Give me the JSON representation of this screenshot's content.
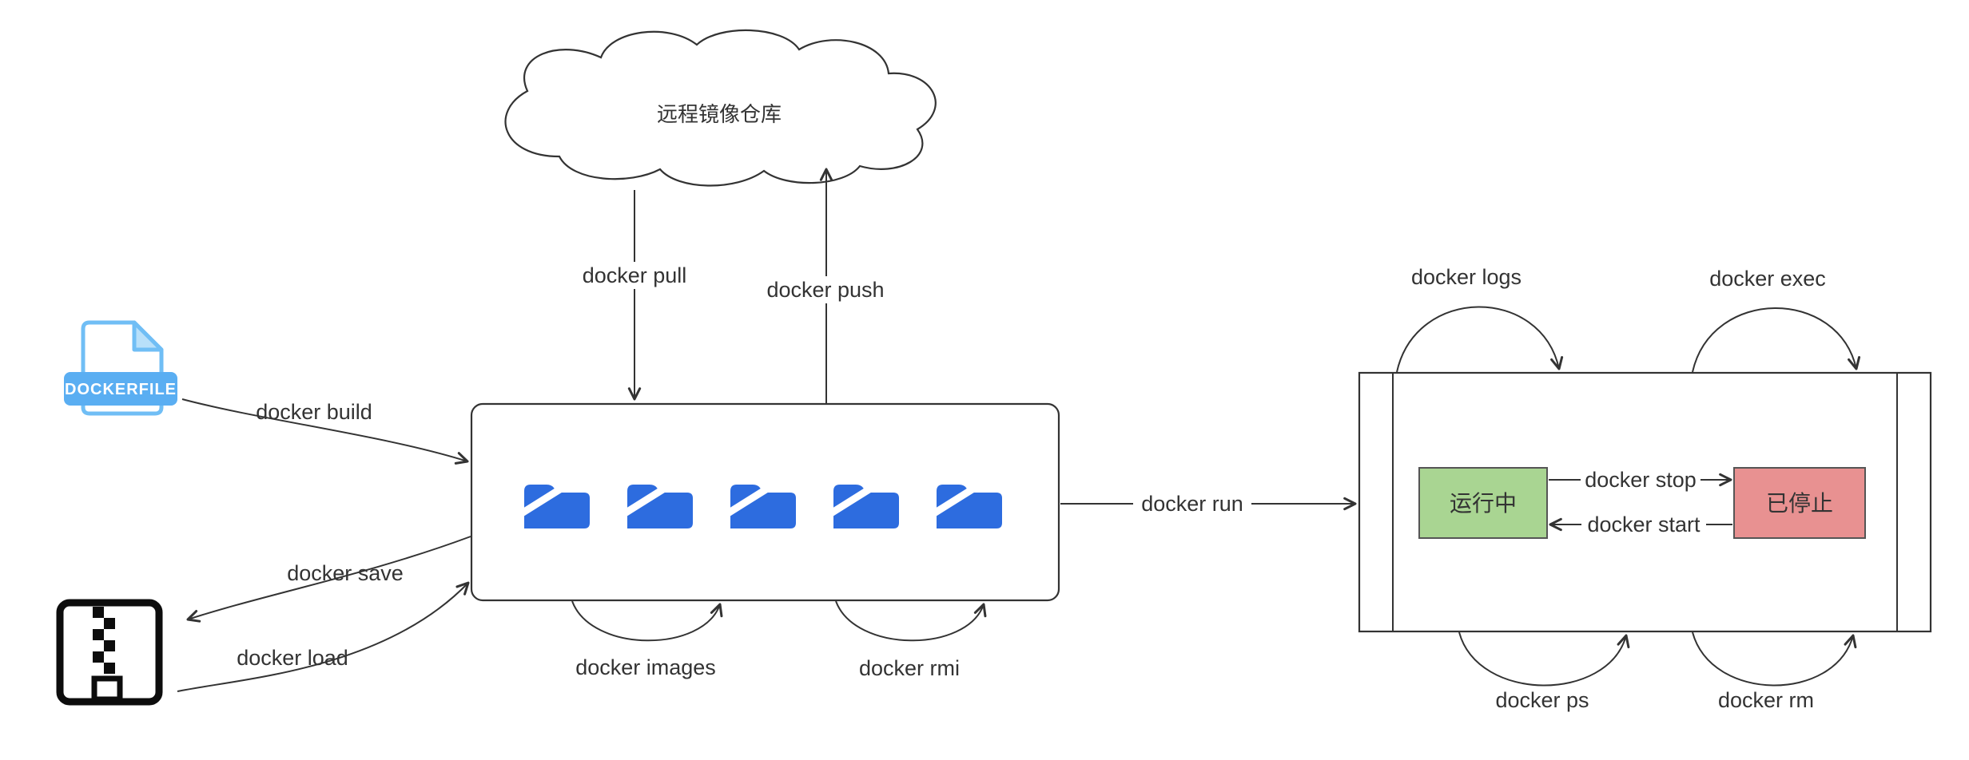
{
  "diagram": {
    "cloud": {
      "label": "远程镜像仓库"
    },
    "dockerfile": {
      "label": "DOCKERFILE"
    },
    "container": {
      "running_label": "运行中",
      "stopped_label": "已停止"
    },
    "labels": {
      "pull": "docker pull",
      "push": "docker push",
      "build": "docker build",
      "save": "docker save",
      "load": "docker load",
      "images": "docker images",
      "rmi": "docker rmi",
      "run": "docker run",
      "logs": "docker logs",
      "exec": "docker exec",
      "ps": "docker ps",
      "rm": "docker rm",
      "stop": "docker stop",
      "start": "docker start"
    },
    "colors": {
      "line": "#333333",
      "running_fill": "#a9d592",
      "stopped_fill": "#e89191",
      "folder_blue": "#2d6cdf",
      "dockerfile_banner": "#5aaef2",
      "dockerfile_outline": "#70bef5",
      "zip_black": "#0d0d0d"
    }
  }
}
